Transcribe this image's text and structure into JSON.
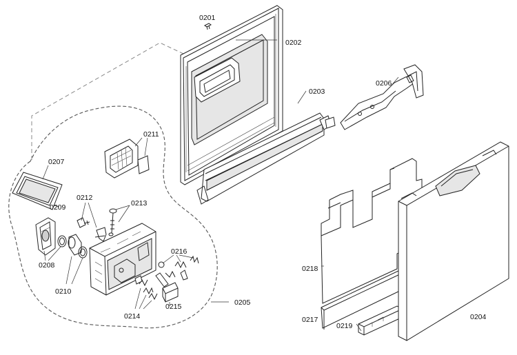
{
  "callouts": {
    "p0201": "0201",
    "p0202": "0202",
    "p0203": "0203",
    "p0204": "0204",
    "p0205": "0205",
    "p0206": "0206",
    "p0207": "0207",
    "p0208": "0208",
    "p0209": "0209",
    "p0210": "0210",
    "p0211": "0211",
    "p0212": "0212",
    "p0213": "0213",
    "p0214": "0214",
    "p0215": "0215",
    "p0216": "0216",
    "p0217": "0217",
    "p0218": "0218",
    "p0219": "0219"
  }
}
